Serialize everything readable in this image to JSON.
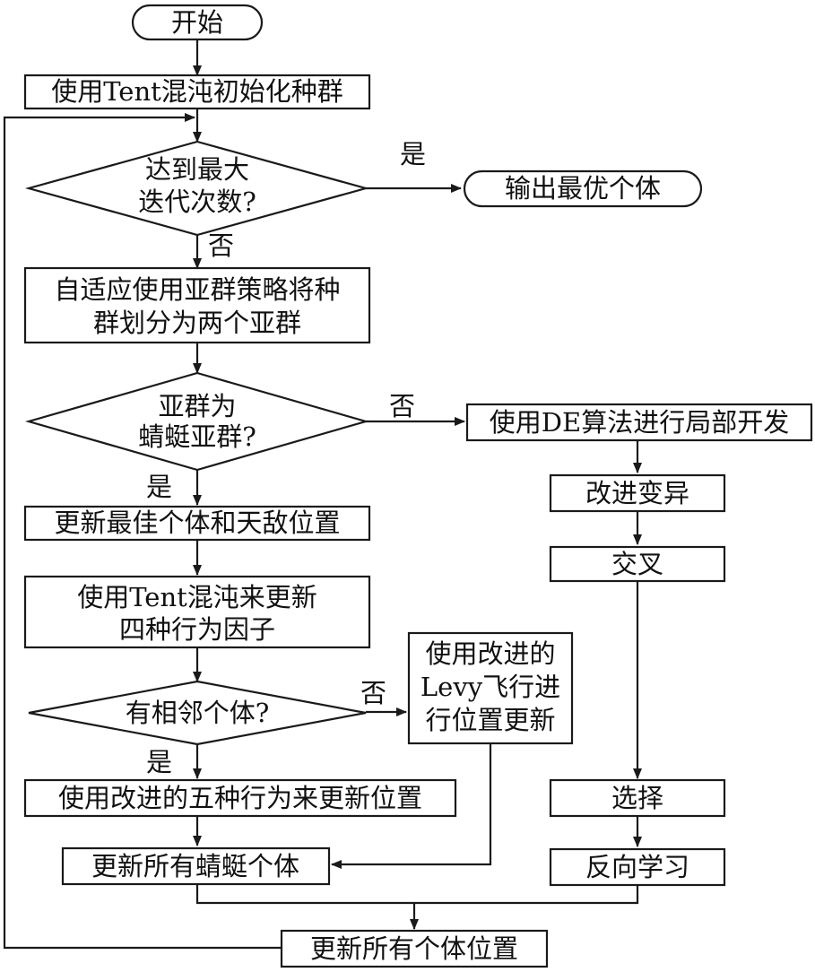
{
  "nodes": {
    "start": "开始",
    "init": "使用Tent混沌初始化种群",
    "max_iter": [
      "达到最大",
      "迭代次数?"
    ],
    "output_best": "输出最优个体",
    "adaptive_split": [
      "自适应使用亚群策略将种",
      "群划分为两个亚群"
    ],
    "is_dragonfly": [
      "亚群为",
      "蜻蜓亚群?"
    ],
    "de_local": "使用DE算法进行局部开发",
    "improved_mutation": "改进变异",
    "crossover": "交叉",
    "update_best_enemy": "更新最佳个体和天敌位置",
    "tent_update": [
      "使用Tent混沌来更新",
      "四种行为因子"
    ],
    "has_neighbor": "有相邻个体?",
    "levy_update": [
      "使用改进的",
      "Levy飞行进",
      "行位置更新"
    ],
    "five_behaviors": "使用改进的五种行为来更新位置",
    "update_dragonflies": "更新所有蜻蜓个体",
    "selection": "选择",
    "opposition_learning": "反向学习",
    "update_all": "更新所有个体位置"
  },
  "edge_labels": {
    "max_iter_yes": "是",
    "max_iter_no": "否",
    "dragonfly_no": "否",
    "dragonfly_yes": "是",
    "neighbor_no": "否",
    "neighbor_yes": "是"
  }
}
